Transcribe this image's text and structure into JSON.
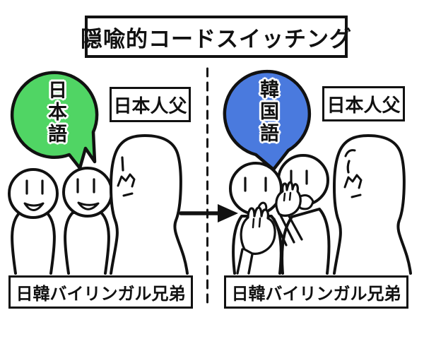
{
  "title": "隠喩的コードスイッチング",
  "left": {
    "bubble_text": "日本語",
    "bubble_color": "#50d564",
    "father_label": "日本人父",
    "bottom_label": "日韓バイリンガル兄弟"
  },
  "right": {
    "bubble_text": "韓国語",
    "bubble_color": "#4a7ade",
    "father_label": "日本人父",
    "bottom_label": "日韓バイリンガル兄弟"
  },
  "colors": {
    "ink": "#111111",
    "background": "#ffffff"
  }
}
